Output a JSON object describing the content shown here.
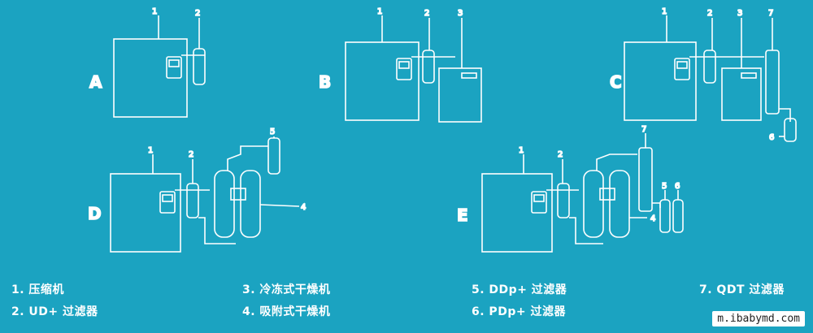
{
  "diagrams": {
    "A": {
      "letter": "A",
      "labels": [
        "1",
        "2"
      ]
    },
    "B": {
      "letter": "B",
      "labels": [
        "1",
        "2",
        "3"
      ]
    },
    "C": {
      "letter": "C",
      "labels": [
        "1",
        "2",
        "3",
        "7",
        "6"
      ]
    },
    "D": {
      "letter": "D",
      "labels": [
        "1",
        "2",
        "5",
        "4"
      ]
    },
    "E": {
      "letter": "E",
      "labels": [
        "1",
        "2",
        "7",
        "5",
        "6",
        "4"
      ]
    }
  },
  "legend": [
    {
      "text": "1. 压缩机"
    },
    {
      "text": "2. UD+ 过滤器"
    },
    {
      "text": "3. 冷冻式干燥机"
    },
    {
      "text": "4. 吸附式干燥机"
    },
    {
      "text": "5. DDp+ 过滤器"
    },
    {
      "text": "6. PDp+ 过滤器"
    },
    {
      "text": "7. QDT 过滤器"
    }
  ],
  "watermark": "m.ibabymd.com"
}
